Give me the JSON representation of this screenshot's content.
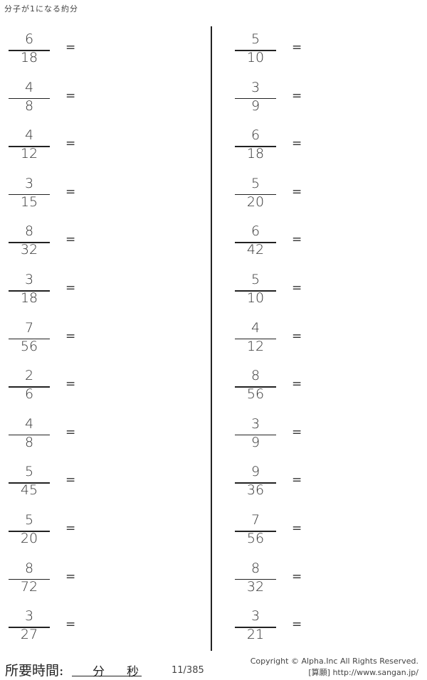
{
  "title": "分子が1になる約分",
  "left": [
    {
      "n": "6",
      "d": "18"
    },
    {
      "n": "4",
      "d": "8"
    },
    {
      "n": "4",
      "d": "12"
    },
    {
      "n": "3",
      "d": "15"
    },
    {
      "n": "8",
      "d": "32"
    },
    {
      "n": "3",
      "d": "18"
    },
    {
      "n": "7",
      "d": "56"
    },
    {
      "n": "2",
      "d": "6"
    },
    {
      "n": "4",
      "d": "8"
    },
    {
      "n": "5",
      "d": "45"
    },
    {
      "n": "5",
      "d": "20"
    },
    {
      "n": "8",
      "d": "72"
    },
    {
      "n": "3",
      "d": "27"
    }
  ],
  "right": [
    {
      "n": "5",
      "d": "10"
    },
    {
      "n": "3",
      "d": "9"
    },
    {
      "n": "6",
      "d": "18"
    },
    {
      "n": "5",
      "d": "20"
    },
    {
      "n": "6",
      "d": "42"
    },
    {
      "n": "5",
      "d": "10"
    },
    {
      "n": "4",
      "d": "12"
    },
    {
      "n": "8",
      "d": "56"
    },
    {
      "n": "3",
      "d": "9"
    },
    {
      "n": "9",
      "d": "36"
    },
    {
      "n": "7",
      "d": "56"
    },
    {
      "n": "8",
      "d": "32"
    },
    {
      "n": "3",
      "d": "21"
    }
  ],
  "equals": "=",
  "footer": {
    "time_label": "所要時間:",
    "minutes": "分",
    "seconds": "秒",
    "page": "11/385",
    "copyright": "Copyright ©  Alpha.Inc All Rights Reserved.",
    "site": "[算願] http://www.sangan.jp/"
  }
}
